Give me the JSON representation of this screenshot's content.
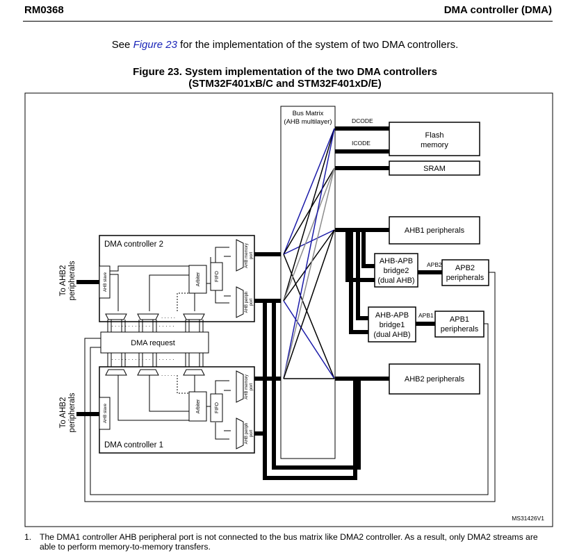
{
  "header": {
    "doc_id": "RM0368",
    "section": "DMA controller (DMA)"
  },
  "intro": {
    "before": "See ",
    "link": "Figure 23",
    "after": " for the implementation of the system of two DMA controllers."
  },
  "figure": {
    "caption_line1": "Figure 23. System implementation of the two DMA controllers",
    "caption_line2": "(STM32F401xB/C and STM32F401xD/E)",
    "bus_matrix_line1": "Bus Matrix",
    "bus_matrix_line2": "(AHB multilayer)",
    "dcode": "DCODE",
    "icode": "ICODE",
    "flash_line1": "Flash",
    "flash_line2": "memory",
    "sram": "SRAM",
    "ahb1_peripherals": "AHB1 peripherals",
    "bridge2_line1": "AHB-APB",
    "bridge2_line2": "bridge2",
    "bridge2_line3": "(dual AHB)",
    "apb2_bus": "APB2",
    "apb2_line1": "APB2",
    "apb2_line2": "peripherals",
    "bridge1_line1": "AHB-APB",
    "bridge1_line2": "bridge1",
    "bridge1_line3": "(dual AHB)",
    "apb1_bus": "APB1",
    "apb1_line1": "APB1",
    "apb1_line2": "peripherals",
    "ahb2_peripherals": "AHB2 peripherals",
    "dma2_title": "DMA controller 2",
    "dma1_title": "DMA controller 1",
    "dma_request": "DMA request",
    "ahb_slave": "AHB slave",
    "arbiter": "Arbiter",
    "fifo": "FIFO",
    "mem_port_line1": "AHB memory",
    "mem_port_line2": "port",
    "periph_port_line1": "AHB periph",
    "periph_port_line2": "port",
    "to_ahb2_line1": "To AHB2",
    "to_ahb2_line2": "peripherals",
    "figure_id": "MS31426V1",
    "colors": {
      "blue_link": "#1a1aa8",
      "gray_link": "#8c8c8c",
      "black": "#000000"
    }
  },
  "footnote": {
    "number": "1.",
    "text": "The DMA1 controller AHB peripheral port is not connected to the bus matrix like DMA2 controller. As a result, only DMA2 streams are able to perform memory-to-memory transfers."
  }
}
